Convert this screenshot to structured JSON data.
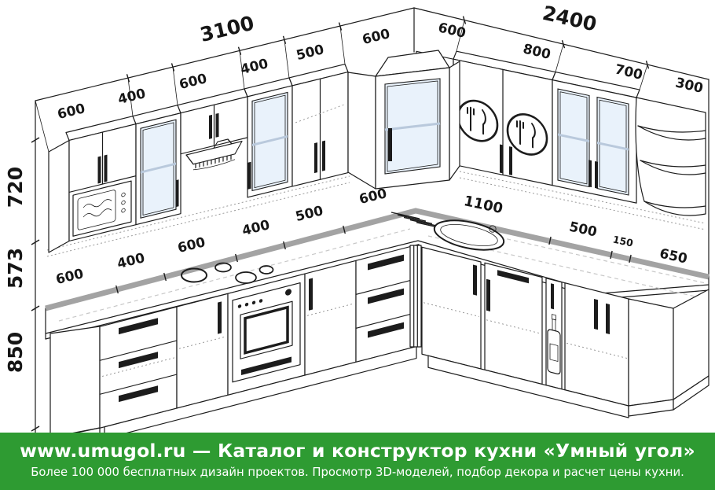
{
  "banner": {
    "line1": "www.umugol.ru — Каталог и конструктор кухни «Умный угол»",
    "line2": "Более 100 000 бесплатных дизайн проектов. Просмотр 3D-моделей, подбор декора и расчет цены кухни."
  },
  "dimensions": {
    "total_left_wall": "3100",
    "total_right_wall": "2400",
    "upper_left": [
      "600",
      "400",
      "600",
      "400",
      "500",
      "600"
    ],
    "upper_right": [
      "600",
      "800",
      "700",
      "300"
    ],
    "wall_heights": [
      "720",
      "573",
      "850"
    ],
    "counter_left": [
      "600",
      "400",
      "600",
      "400",
      "500",
      "600"
    ],
    "counter_right": [
      "1100",
      "500",
      "150",
      "650"
    ]
  },
  "colors": {
    "banner-bg": "#2e9b32",
    "banner-text": "#ffffff",
    "line": "#1c1c1c",
    "glass": "#e9f2fb",
    "glass-divider": "#b9c9dc",
    "counter-band": "#a3a3a3",
    "dash": "#9a9a9a"
  },
  "icons": {
    "microwave": "microwave-icon",
    "range_hood": "range-hood-icon",
    "cutlery_plates": "cutlery-plate-icon",
    "sink": "sink-icon",
    "cooktop": "cooktop-icon",
    "bottle_rack": "bottle-rack-icon",
    "corner_shelves": "corner-shelf-icon",
    "glass_door": "glass-door-icon"
  }
}
